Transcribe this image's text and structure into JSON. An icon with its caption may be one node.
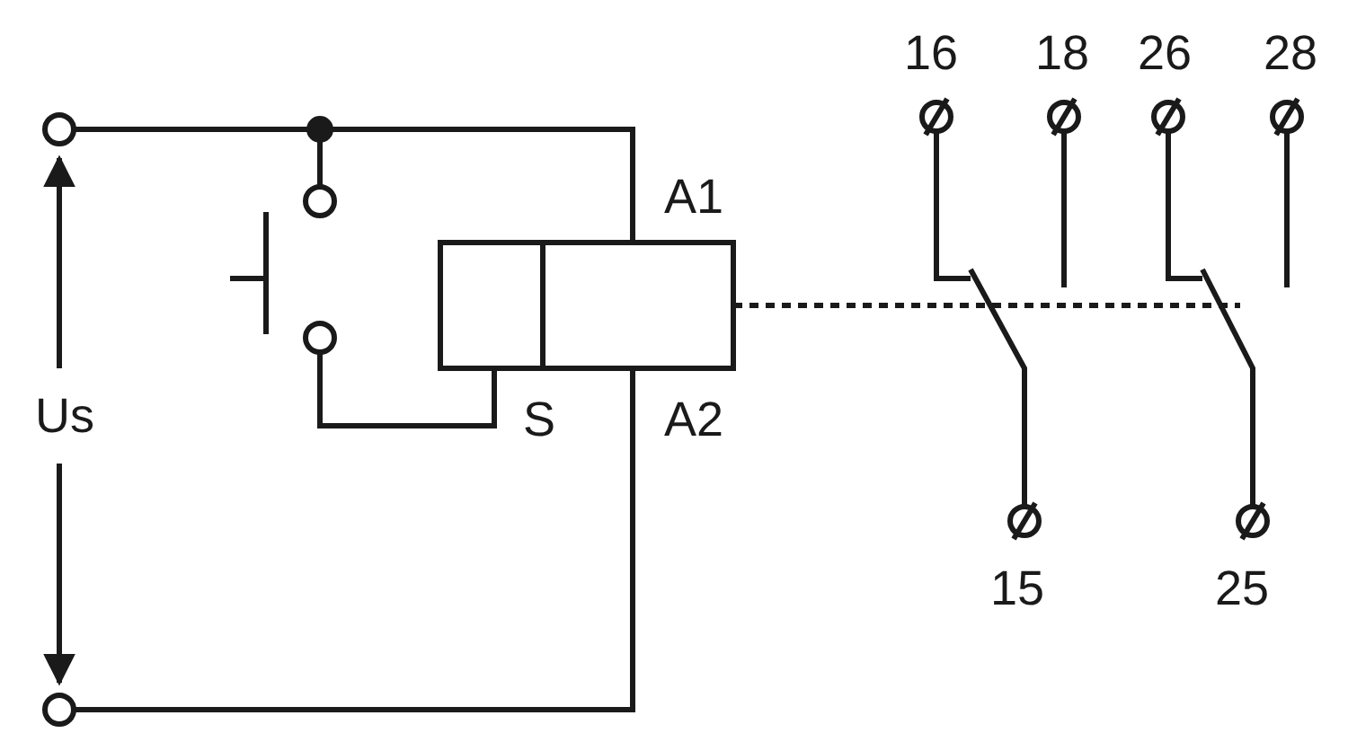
{
  "diagram": {
    "labels": [
      "16",
      "18",
      "26",
      "28",
      "A1",
      "Us",
      "S",
      "A2",
      "15",
      "25"
    ]
  }
}
